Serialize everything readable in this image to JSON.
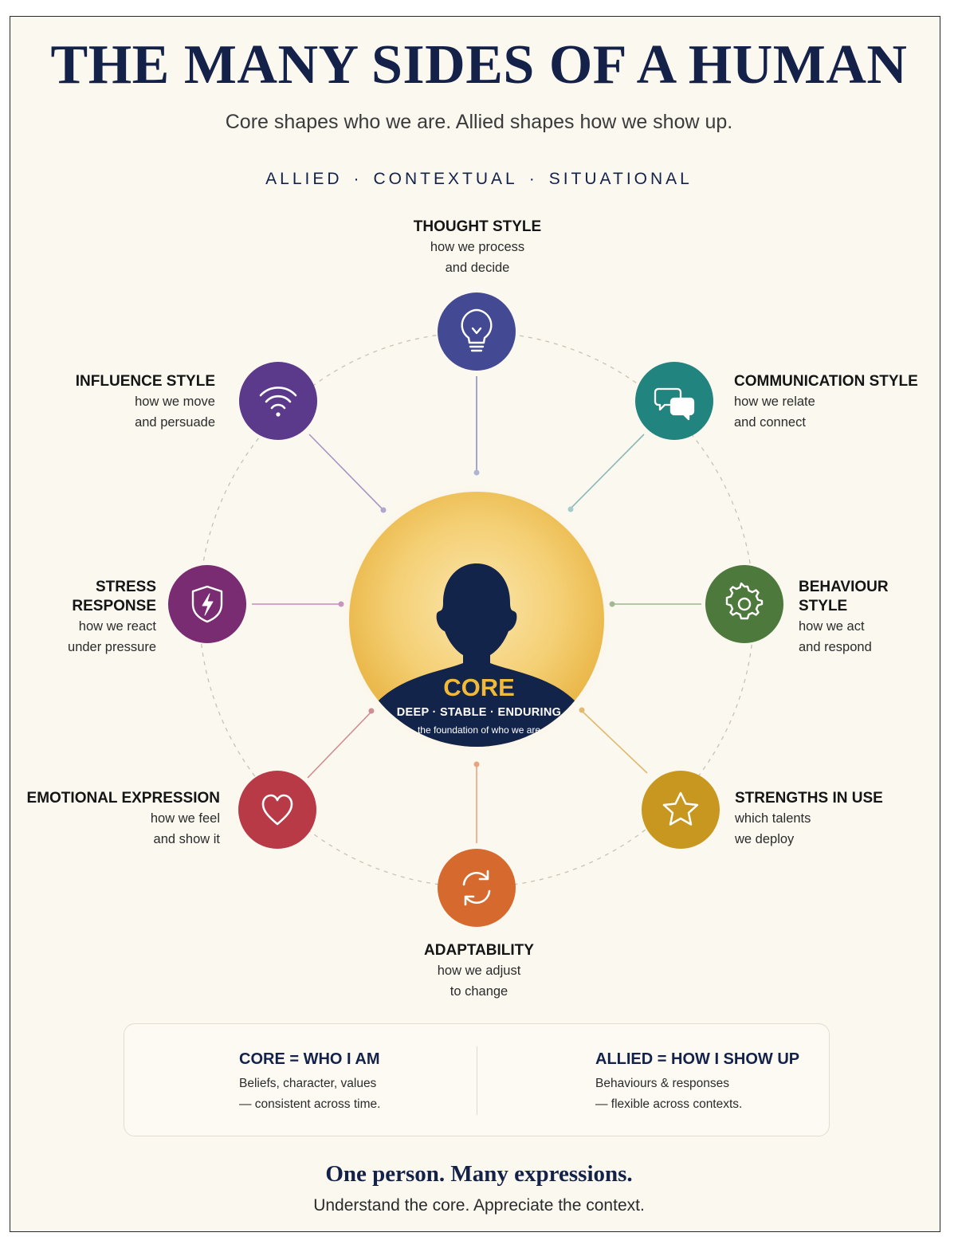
{
  "title": "THE MANY SIDES OF A HUMAN",
  "subtitle": "Core shapes who we are. Allied shapes how we show up.",
  "tags": [
    "ALLIED",
    "CONTEXTUAL",
    "SITUATIONAL"
  ],
  "tag_separator": "·",
  "core": {
    "label": "CORE",
    "qualities": "DEEP · STABLE · ENDURING",
    "description": "the foundation of who we are"
  },
  "nodes": [
    {
      "id": "thought",
      "title": "THOUGHT STYLE",
      "line1": "how we process",
      "line2": "and decide",
      "color": "#434a93",
      "icon": "lightbulb-icon"
    },
    {
      "id": "communication",
      "title": "COMMUNICATION STYLE",
      "line1": "how we relate",
      "line2": "and connect",
      "color": "#22847f",
      "icon": "chat-bubbles-icon"
    },
    {
      "id": "behaviour",
      "title": "BEHAVIOUR STYLE",
      "line1": "how we act",
      "line2": "and respond",
      "color": "#4d7a3c",
      "icon": "gear-icon"
    },
    {
      "id": "strengths",
      "title": "STRENGTHS IN USE",
      "line1": "which talents",
      "line2": "we deploy",
      "color": "#c8971f",
      "icon": "star-icon"
    },
    {
      "id": "adaptability",
      "title": "ADAPTABILITY",
      "line1": "how we adjust",
      "line2": "to change",
      "color": "#d66a2e",
      "icon": "refresh-icon"
    },
    {
      "id": "emotional",
      "title": "EMOTIONAL EXPRESSION",
      "line1": "how we feel",
      "line2": "and show it",
      "color": "#b83a47",
      "icon": "heart-icon"
    },
    {
      "id": "stress",
      "title": "STRESS RESPONSE",
      "line1": "how we react",
      "line2": "under pressure",
      "color": "#7a2c72",
      "icon": "shield-bolt-icon"
    },
    {
      "id": "influence",
      "title": "INFLUENCE STYLE",
      "line1": "how we move",
      "line2": "and persuade",
      "color": "#5b3a8c",
      "icon": "signal-waves-icon"
    }
  ],
  "legend": {
    "core": {
      "title": "CORE = WHO I AM",
      "line1": "Beliefs, character, values",
      "line2": "— consistent across time.",
      "color": "#dba624",
      "icon": "shield-icon"
    },
    "allied": {
      "title": "ALLIED = HOW I SHOW UP",
      "line1": "Behaviours & responses",
      "line2": "— flexible across contexts.",
      "color": "#3c4a8c",
      "icon": "sliders-icon"
    }
  },
  "tagline": "One person. Many expressions.",
  "tagline_sub": "Understand the core. Appreciate the context.",
  "colors": {
    "navy": "#14224a",
    "core_gold": "#f1c564",
    "background": "#fbf8f0"
  }
}
